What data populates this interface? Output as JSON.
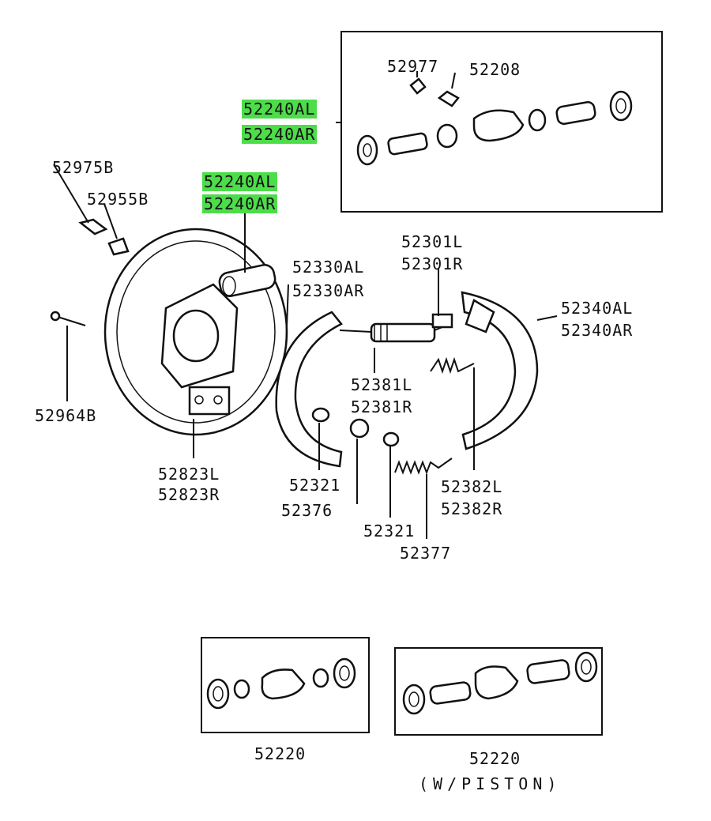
{
  "labels": {
    "p52977": "52977",
    "p52208": "52208",
    "p52240AL_top": "52240AL",
    "p52240AR_top": "52240AR",
    "p52975B": "52975B",
    "p52955B": "52955B",
    "p52240AL_mid": "52240AL",
    "p52240AR_mid": "52240AR",
    "p52330AL": "52330AL",
    "p52330AR": "52330AR",
    "p52301L": "52301L",
    "p52301R": "52301R",
    "p52340AL": "52340AL",
    "p52340AR": "52340AR",
    "p52964B": "52964B",
    "p52381L": "52381L",
    "p52381R": "52381R",
    "p52823L": "52823L",
    "p52823R": "52823R",
    "p52321_a": "52321",
    "p52376": "52376",
    "p52321_b": "52321",
    "p52377": "52377",
    "p52382L": "52382L",
    "p52382R": "52382R",
    "p52220_a": "52220",
    "p52220_b": "52220",
    "w_piston": "(W/PISTON)"
  },
  "colors": {
    "highlight": "#4ddc4a",
    "ink": "#111111",
    "background": "#ffffff"
  }
}
